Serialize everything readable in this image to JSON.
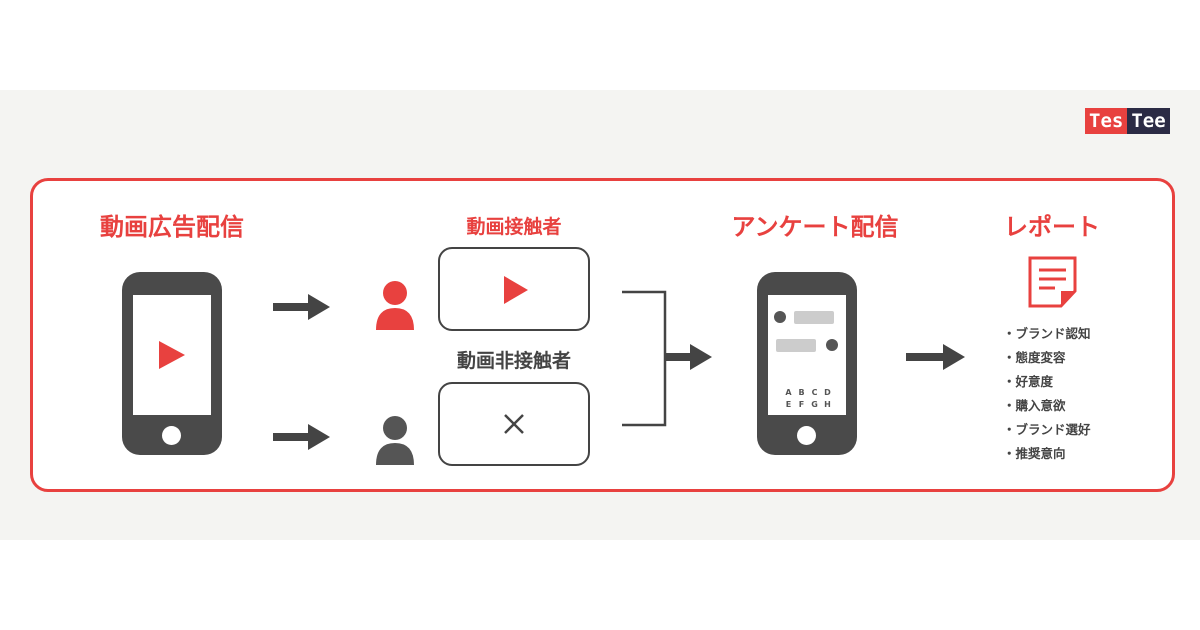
{
  "logo": {
    "part1": "Tes",
    "part2": "Tee",
    "color1": "#e8413f",
    "color2": "#2b2b45"
  },
  "steps": {
    "ad_delivery": "動画広告配信",
    "exposed": "動画接触者",
    "unexposed": "動画非接触者",
    "survey": "アンケート配信",
    "report": "レポート"
  },
  "survey_options": [
    "A",
    "B",
    "C",
    "D",
    "E",
    "F",
    "G",
    "H"
  ],
  "report_items": [
    "ブランド認知",
    "態度変容",
    "好意度",
    "購入意欲",
    "ブランド選好",
    "推奨意向"
  ],
  "colors": {
    "accent": "#e8413f",
    "dark": "#4a4a4a"
  }
}
